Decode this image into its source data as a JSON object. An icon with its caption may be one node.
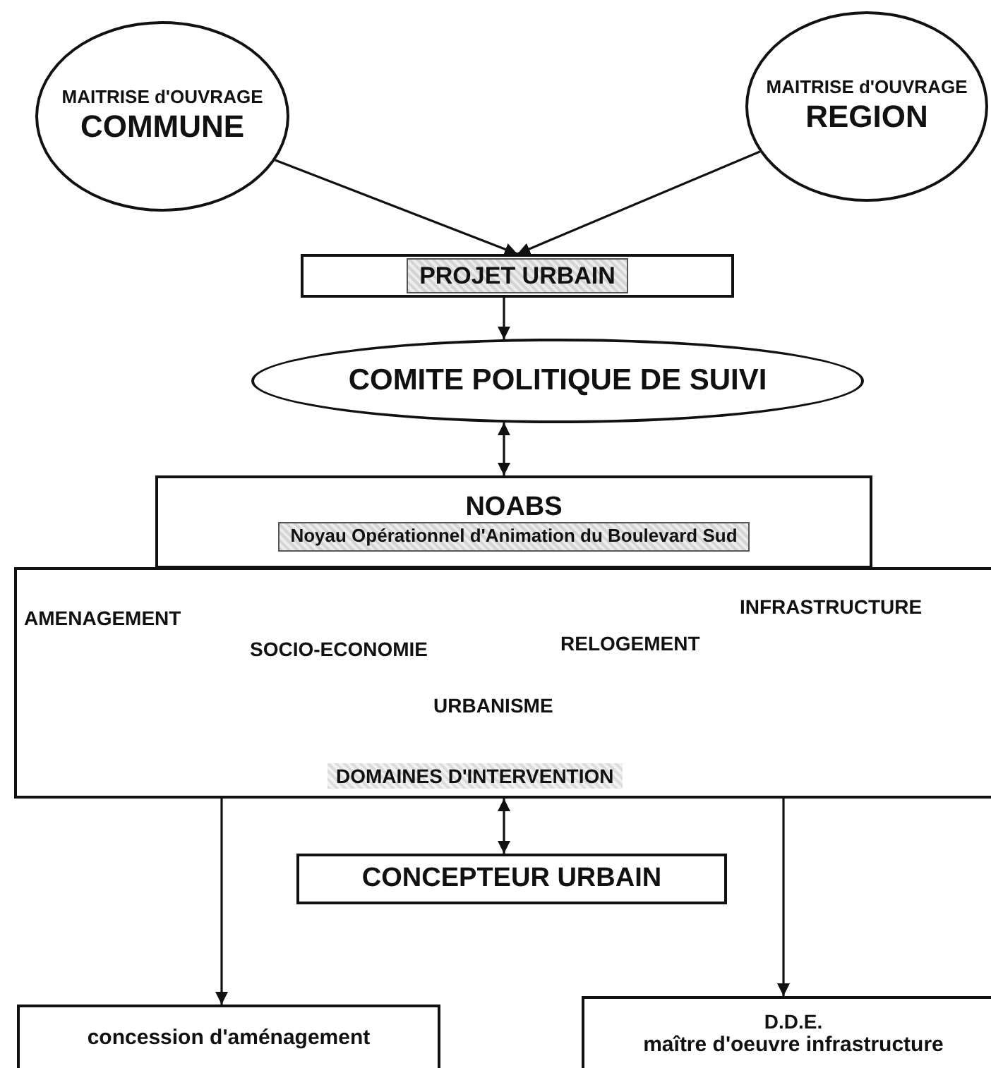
{
  "diagram": {
    "nodes": [
      {
        "text": [
          "MAITRISE d'OUVRAGE",
          "COMMUNE"
        ]
      },
      {
        "text": [
          "MAITRISE d'OUVRAGE",
          "REGION"
        ]
      },
      {
        "text": [
          "PROJET URBAIN"
        ]
      },
      {
        "text": [
          "COMITE POLITIQUE DE SUIVI"
        ]
      },
      {
        "text": [
          "NOABS",
          "Noyau Opérationnel d'Animation du Boulevard Sud"
        ]
      },
      {
        "text": [
          "AMENAGEMENT",
          "INFRASTRUCTURE",
          "SOCIO-ECONOMIE",
          "RELOGEMENT",
          "URBANISME",
          "DOMAINES D'INTERVENTION"
        ]
      },
      {
        "text": [
          "CONCEPTEUR URBAIN"
        ]
      },
      {
        "text": [
          "concession d'aménagement"
        ]
      },
      {
        "text": [
          "D.D.E.",
          "maître d'oeuvre infrastructure"
        ]
      }
    ],
    "edges": [
      {
        "from": 0,
        "to": 2,
        "arrow": "to"
      },
      {
        "from": 1,
        "to": 2,
        "arrow": "to"
      },
      {
        "from": 2,
        "to": 3,
        "arrow": "to"
      },
      {
        "from": 3,
        "to": 4,
        "arrow": "both"
      },
      {
        "from": 5,
        "to": 6,
        "arrow": "both"
      },
      {
        "from": 5,
        "to": 7,
        "arrow": "to"
      },
      {
        "from": 5,
        "to": 8,
        "arrow": "to"
      }
    ]
  }
}
